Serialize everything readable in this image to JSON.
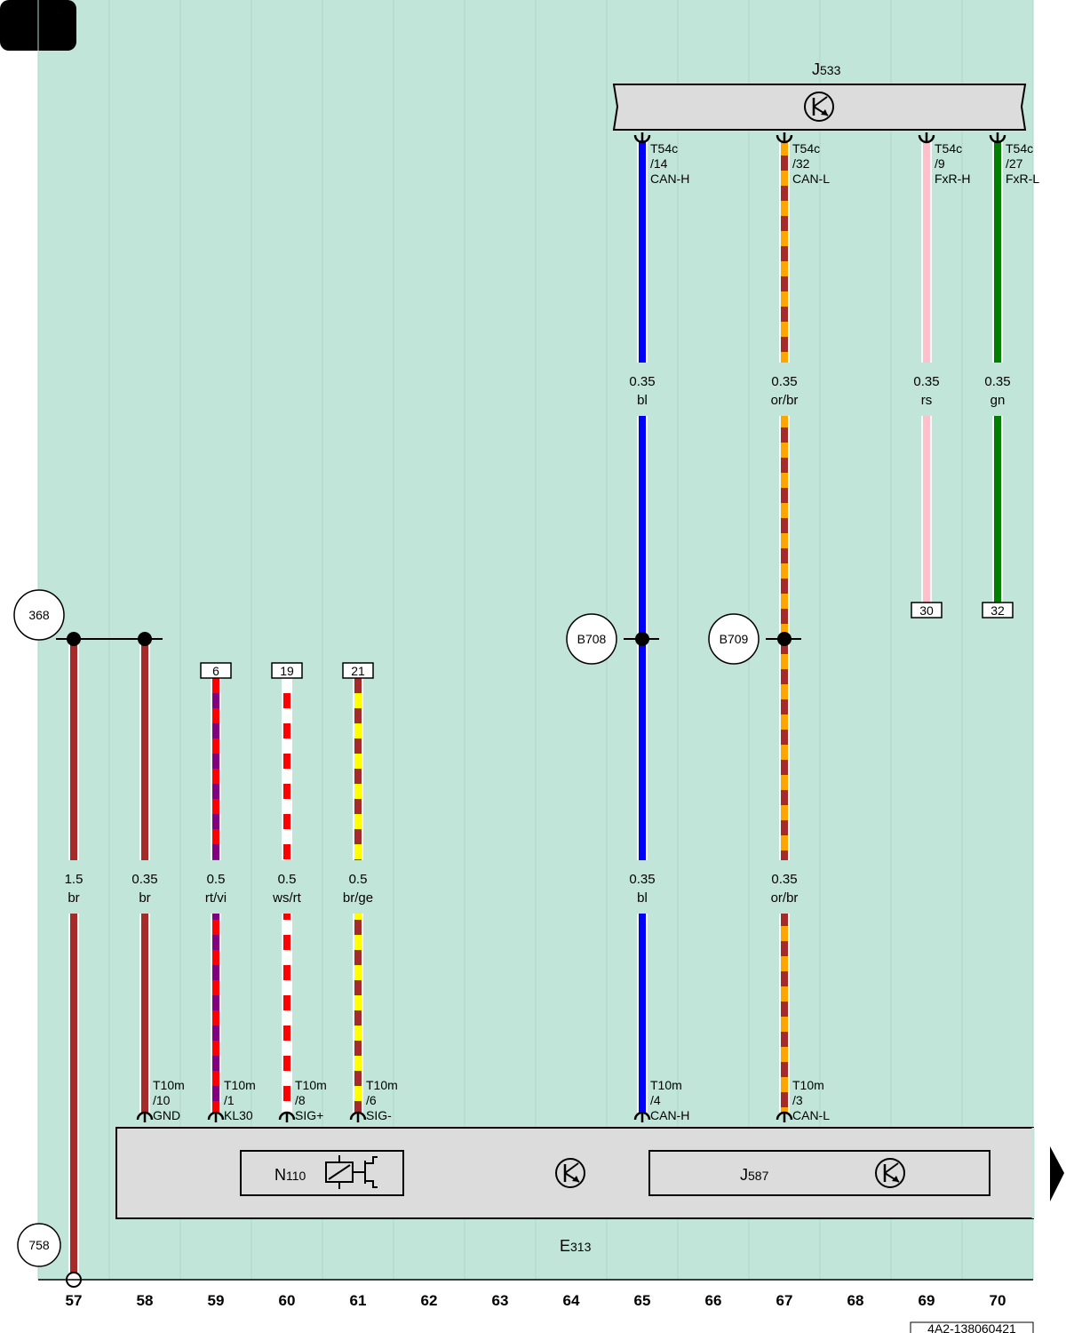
{
  "colors": {
    "background": "#c1e5d8",
    "component_fill": "#dcdcdc",
    "bl": "#0000ff",
    "br": "#a52a2a",
    "or": "#ffa500",
    "rs": "#ffc0cb",
    "gn": "#008000",
    "rt": "#ff0000",
    "vi": "#800080",
    "ws": "#ffffff",
    "ge": "#ffff00"
  },
  "components": {
    "j533": {
      "letter": "J",
      "sub": "533"
    },
    "e313": {
      "letter": "E",
      "sub": "313"
    },
    "n110": {
      "letter": "N",
      "sub": "110"
    },
    "j587": {
      "letter": "J",
      "sub": "587"
    }
  },
  "top_pins": [
    {
      "col": 65,
      "conn": "T54c",
      "pin": "/14",
      "signal": "CAN-H",
      "size": "0.35",
      "color": "bl",
      "colors": [
        "bl"
      ]
    },
    {
      "col": 67,
      "conn": "T54c",
      "pin": "/32",
      "signal": "CAN-L",
      "size": "0.35",
      "color": "or/br",
      "colors": [
        "or",
        "br"
      ]
    },
    {
      "col": 69,
      "conn": "T54c",
      "pin": "/9",
      "signal": "FxR-H",
      "size": "0.35",
      "color": "rs",
      "colors": [
        "rs"
      ]
    },
    {
      "col": 70,
      "conn": "T54c",
      "pin": "/27",
      "signal": "FxR-L",
      "size": "0.35",
      "color": "gn",
      "colors": [
        "gn"
      ]
    }
  ],
  "bottom_pins": [
    {
      "col": 58,
      "conn": "T10m",
      "pin": "/10",
      "signal": "GND",
      "size": "0.35",
      "color": "br",
      "colors": [
        "br"
      ]
    },
    {
      "col": 59,
      "conn": "T10m",
      "pin": "/1",
      "signal": "KL30",
      "size": "0.5",
      "color": "rt/vi",
      "colors": [
        "rt",
        "vi"
      ]
    },
    {
      "col": 60,
      "conn": "T10m",
      "pin": "/8",
      "signal": "SIG+",
      "size": "0.5",
      "color": "ws/rt",
      "colors": [
        "ws",
        "rt"
      ]
    },
    {
      "col": 61,
      "conn": "T10m",
      "pin": "/6",
      "signal": "SIG-",
      "size": "0.5",
      "color": "br/ge",
      "colors": [
        "br",
        "ge"
      ]
    },
    {
      "col": 65,
      "conn": "T10m",
      "pin": "/4",
      "signal": "CAN-H",
      "size": "0.35",
      "color": "bl",
      "colors": [
        "bl"
      ]
    },
    {
      "col": 67,
      "conn": "T10m",
      "pin": "/3",
      "signal": "CAN-L",
      "size": "0.35",
      "color": "or/br",
      "colors": [
        "or",
        "br"
      ]
    }
  ],
  "ground_wire": {
    "col": 57,
    "size": "1.5",
    "color": "br",
    "colors": [
      "br"
    ]
  },
  "connector_boxes": [
    {
      "col": 59,
      "label": "6"
    },
    {
      "col": 60,
      "label": "19"
    },
    {
      "col": 61,
      "label": "21"
    },
    {
      "col": 69,
      "label": "30"
    },
    {
      "col": 70,
      "label": "32"
    }
  ],
  "splices": [
    {
      "col": 57,
      "label": "368"
    },
    {
      "col": 65,
      "label": "B708"
    },
    {
      "col": 67,
      "label": "B709"
    }
  ],
  "ground_point": {
    "label": "758"
  },
  "columns": [
    "57",
    "58",
    "59",
    "60",
    "61",
    "62",
    "63",
    "64",
    "65",
    "66",
    "67",
    "68",
    "69",
    "70"
  ],
  "footer_code": "4A2-138060421"
}
